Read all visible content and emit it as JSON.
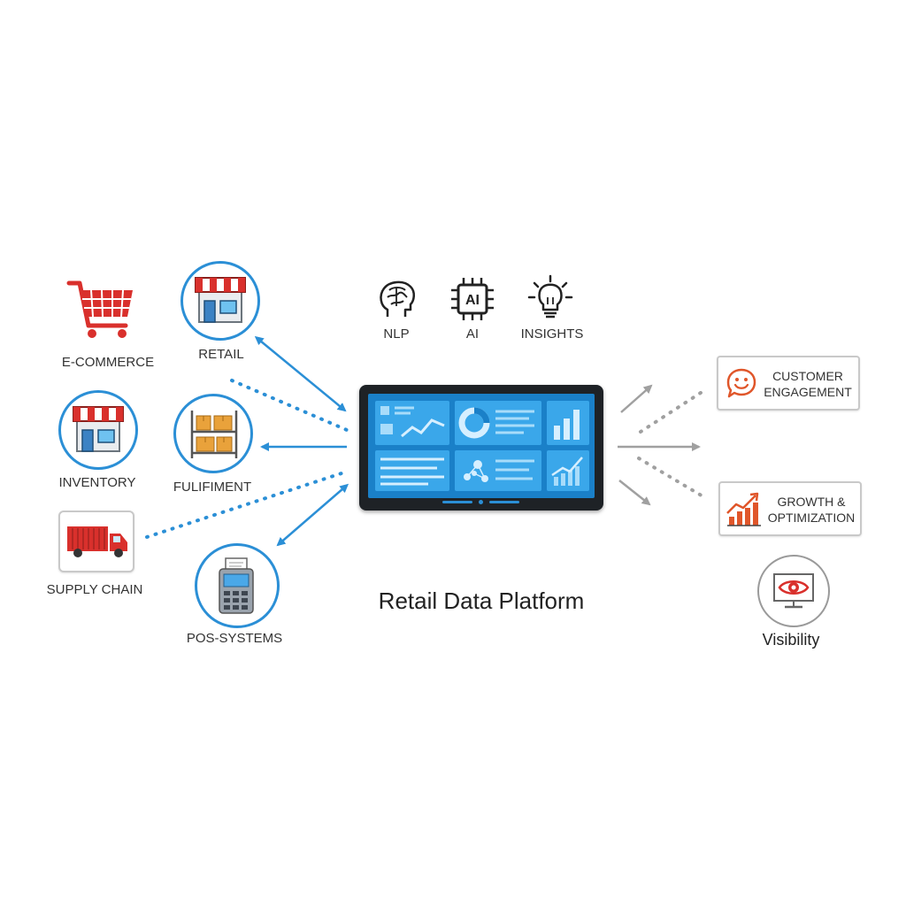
{
  "diagram": {
    "title": "Retail Data Platform",
    "sources": [
      {
        "id": "ecommerce",
        "label": "E-COMMERCE",
        "icon": "shopping-cart-icon"
      },
      {
        "id": "retail",
        "label": "RETAIL",
        "icon": "storefront-icon"
      },
      {
        "id": "inventory",
        "label": "INVENTORY",
        "icon": "storefront-icon"
      },
      {
        "id": "fulfilment",
        "label": "FULIFIMENT",
        "icon": "warehouse-shelf-icon"
      },
      {
        "id": "supply_chain",
        "label": "SUPPLY CHAIN",
        "icon": "delivery-truck-icon"
      },
      {
        "id": "pos",
        "label": "POS-SYSTEMS",
        "icon": "pos-terminal-icon"
      }
    ],
    "capabilities": [
      {
        "id": "nlp",
        "label": "NLP",
        "icon": "brain-head-icon"
      },
      {
        "id": "ai",
        "label": "AI",
        "icon": "ai-chip-icon",
        "chip_text": "AI"
      },
      {
        "id": "insights",
        "label": "INSIGHTS",
        "icon": "lightbulb-icon"
      }
    ],
    "outcomes": [
      {
        "id": "engagement",
        "label_line1": "CUSTOMER",
        "label_line2": "ENGAGEMENT",
        "icon": "smiley-chat-icon"
      },
      {
        "id": "growth",
        "label_line1": "GROWTH &",
        "label_line2": "OPTIMIZATION",
        "icon": "growth-chart-icon"
      },
      {
        "id": "visibility",
        "label": "Visibility",
        "icon": "eye-monitor-icon"
      }
    ],
    "colors": {
      "accent_blue": "#2b8fd6",
      "arrow_gray": "#a0a0a0",
      "icon_red": "#d9302c",
      "icon_orange": "#e0562a",
      "screen_blue": "#1a80c8"
    }
  }
}
